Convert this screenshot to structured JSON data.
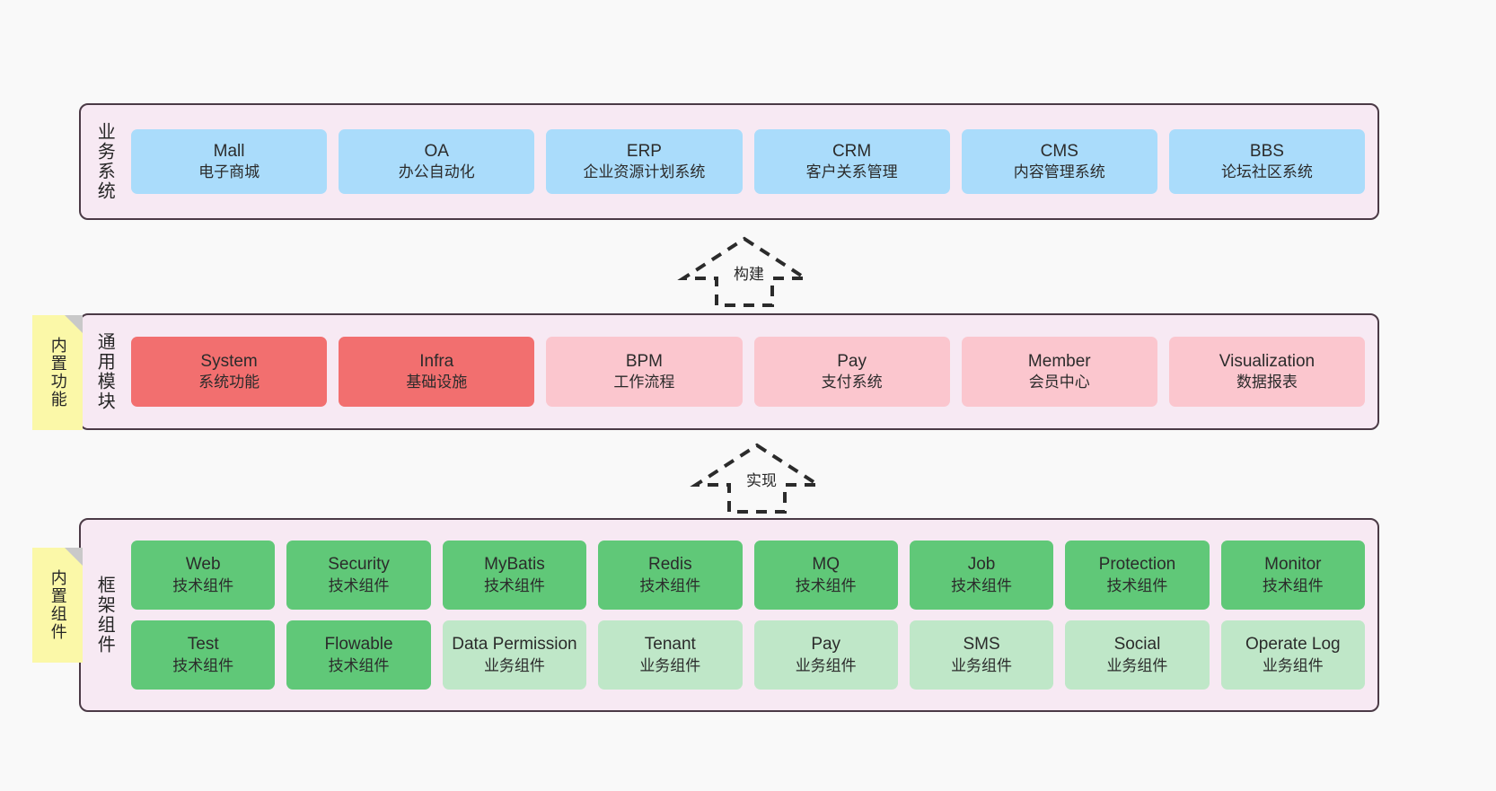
{
  "diagram": {
    "background": "#f9f9f9",
    "panel_fill": "#f7e9f3",
    "panel_border": "#4b3a46",
    "sticky_fill": "#fbf8a8"
  },
  "stickies": [
    {
      "name": "builtin-function",
      "text": "内置功能"
    },
    {
      "name": "builtin-component",
      "text": "内置组件"
    }
  ],
  "arrows": [
    {
      "name": "build",
      "label": "构建",
      "direction": "up",
      "style": "dashed-hollow"
    },
    {
      "name": "realize",
      "label": "实现",
      "direction": "up",
      "style": "dashed-hollow"
    }
  ],
  "layers": [
    {
      "id": "business",
      "label": "业务系统",
      "rows": [
        {
          "cards": [
            {
              "en": "Mall",
              "cn": "电子商城",
              "color": "#aadcfb"
            },
            {
              "en": "OA",
              "cn": "办公自动化",
              "color": "#aadcfb"
            },
            {
              "en": "ERP",
              "cn": "企业资源计划系统",
              "color": "#aadcfb"
            },
            {
              "en": "CRM",
              "cn": "客户关系管理",
              "color": "#aadcfb"
            },
            {
              "en": "CMS",
              "cn": "内容管理系统",
              "color": "#aadcfb"
            },
            {
              "en": "BBS",
              "cn": "论坛社区系统",
              "color": "#aadcfb"
            }
          ]
        }
      ]
    },
    {
      "id": "common",
      "label": "通用模块",
      "rows": [
        {
          "cards": [
            {
              "en": "System",
              "cn": "系统功能",
              "color": "#f26f6f"
            },
            {
              "en": "Infra",
              "cn": "基础设施",
              "color": "#f26f6f"
            },
            {
              "en": "BPM",
              "cn": "工作流程",
              "color": "#fbc6ce"
            },
            {
              "en": "Pay",
              "cn": "支付系统",
              "color": "#fbc6ce"
            },
            {
              "en": "Member",
              "cn": "会员中心",
              "color": "#fbc6ce"
            },
            {
              "en": "Visualization",
              "cn": "数据报表",
              "color": "#fbc6ce"
            }
          ]
        }
      ]
    },
    {
      "id": "framework",
      "label": "框架组件",
      "rows": [
        {
          "cards": [
            {
              "en": "Web",
              "cn": "技术组件",
              "color": "#60c878"
            },
            {
              "en": "Security",
              "cn": "技术组件",
              "color": "#60c878"
            },
            {
              "en": "MyBatis",
              "cn": "技术组件",
              "color": "#60c878"
            },
            {
              "en": "Redis",
              "cn": "技术组件",
              "color": "#60c878"
            },
            {
              "en": "MQ",
              "cn": "技术组件",
              "color": "#60c878"
            },
            {
              "en": "Job",
              "cn": "技术组件",
              "color": "#60c878"
            },
            {
              "en": "Protection",
              "cn": "技术组件",
              "color": "#60c878"
            },
            {
              "en": "Monitor",
              "cn": "技术组件",
              "color": "#60c878"
            }
          ]
        },
        {
          "cards": [
            {
              "en": "Test",
              "cn": "技术组件",
              "color": "#60c878"
            },
            {
              "en": "Flowable",
              "cn": "技术组件",
              "color": "#60c878"
            },
            {
              "en": "Data Permission",
              "cn": "业务组件",
              "color": "#bfe7c8"
            },
            {
              "en": "Tenant",
              "cn": "业务组件",
              "color": "#bfe7c8"
            },
            {
              "en": "Pay",
              "cn": "业务组件",
              "color": "#bfe7c8"
            },
            {
              "en": "SMS",
              "cn": "业务组件",
              "color": "#bfe7c8"
            },
            {
              "en": "Social",
              "cn": "业务组件",
              "color": "#bfe7c8"
            },
            {
              "en": "Operate Log",
              "cn": "业务组件",
              "color": "#bfe7c8"
            }
          ]
        }
      ]
    }
  ]
}
